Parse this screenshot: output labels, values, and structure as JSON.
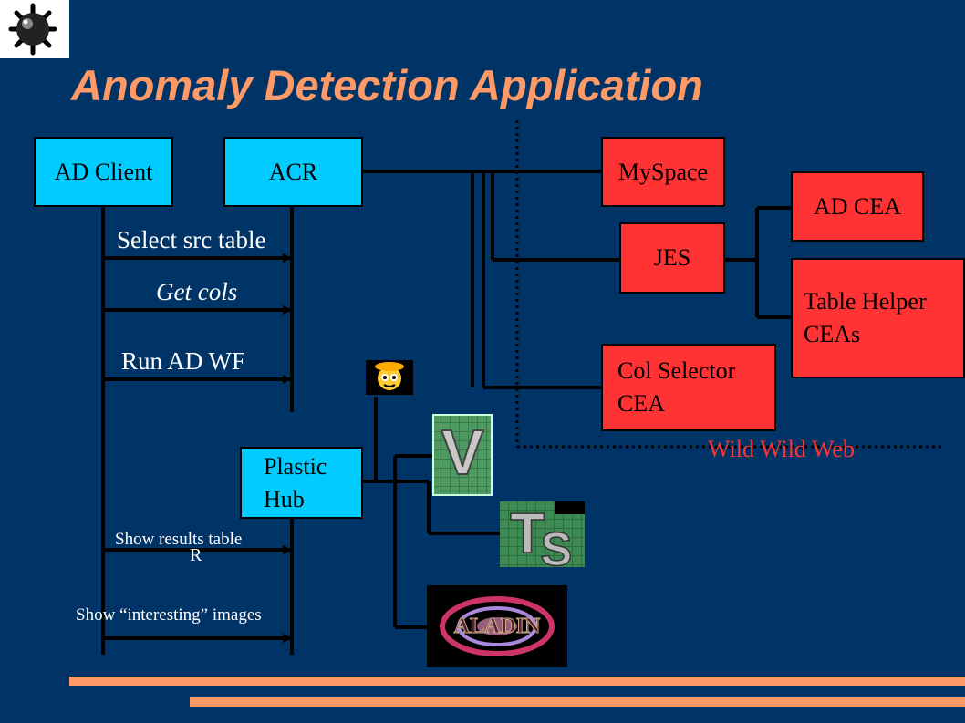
{
  "title": "Anomaly Detection Application",
  "clients": {
    "ad_client": "AD Client",
    "acr": "ACR",
    "plastic_hub": "Plastic\nHub"
  },
  "services": {
    "myspace": "MySpace",
    "jes": "JES",
    "col_selector": "Col Selector\nCEA",
    "ad_cea": "AD CEA",
    "table_helper": "Table Helper\nCEAs"
  },
  "messages": {
    "select_src": "Select src table",
    "get_cols": "Get cols",
    "run_ad": "Run AD WF",
    "show_results": "Show results table",
    "show_interesting": "Show “interesting” images",
    "stray": "R"
  },
  "region_label": "Wild Wild Web",
  "tool_icons": [
    "topcat-icon",
    "votable-viewer-icon",
    "topcat-ts-icon",
    "aladin-icon"
  ],
  "tool_text": {
    "v": "V",
    "t": "T",
    "s": "S",
    "aladin": "ALADIN"
  },
  "colors": {
    "background": "#003366",
    "title": "#ff9966",
    "client_box": "#00ccff",
    "service_box": "#ff3333",
    "region_label": "#ff3333",
    "footer_bar": "#ff9966"
  }
}
